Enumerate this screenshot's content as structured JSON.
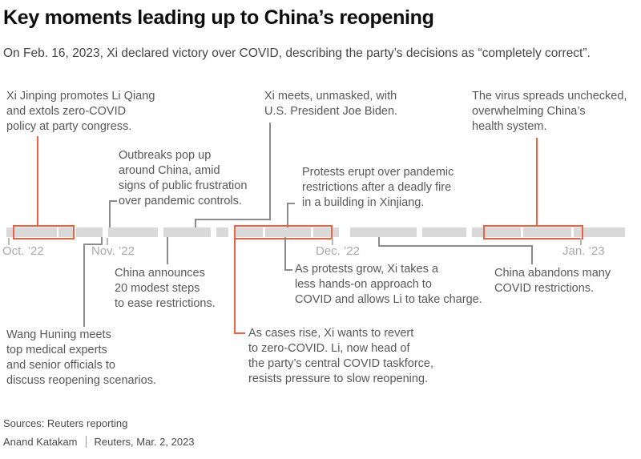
{
  "header": {
    "title": "Key moments leading up to China’s reopening",
    "subtitle": "On Feb. 16, 2023, Xi declared victory over COVID, describing the party’s decisions as “completely correct”."
  },
  "colors": {
    "accent_orange": "#f0623f",
    "bar_gray": "#d9d9d9",
    "connector_gray": "#8c8c8c",
    "text_gray": "#585858",
    "month_label_gray": "#a9a9a9"
  },
  "timeline": {
    "months": [
      {
        "label": "Oct. ’22"
      },
      {
        "label": "Nov. ’22"
      },
      {
        "label": "Dec. ’22"
      },
      {
        "label": "Jan. ’23"
      }
    ],
    "bar": {
      "segments": [
        [
          8,
          71
        ],
        [
          73,
          93
        ],
        [
          95,
          128
        ],
        [
          135,
          197
        ],
        [
          204,
          263
        ],
        [
          270,
          285
        ],
        [
          292,
          328
        ],
        [
          331,
          388
        ],
        [
          391,
          423
        ],
        [
          437,
          520
        ],
        [
          527,
          582
        ],
        [
          589,
          650
        ],
        [
          653,
          713
        ],
        [
          716,
          780
        ]
      ],
      "highlights": [
        [
          16,
          93
        ],
        [
          292,
          415
        ],
        [
          603,
          728
        ]
      ],
      "ticks": [
        10,
        133,
        414,
        724
      ]
    },
    "events_above": {
      "xi_promotes": "Xi Jinping promotes Li Qiang\nand extols zero-COVID\npolicy at party congress.",
      "outbreaks": "Outbreaks pop up\naround China, amid\nsigns of public frustration\nover pandemic controls.",
      "biden_meeting": "Xi meets, unmasked, with\nU.S. President Joe Biden.",
      "protests_erupt": "Protests erupt over pandemic\nrestrictions after a deadly fire\nin a building in Xinjiang.",
      "virus_spreads": "The virus spreads unchecked,\noverwhelming China’s\nhealth system."
    },
    "events_below": {
      "china_announces": "China announces\n20 modest steps\nto ease restrictions.",
      "wang_huning": "Wang Huning meets\ntop medical experts\nand senior officials to\ndiscuss reopening scenarios.",
      "cases_rise": "As cases rise, Xi wants to revert\nto zero-COVID. Li, now head of\nthe party’s central COVID taskforce,\nresists pressure to slow reopening.",
      "protests_grow": "As protests grow, Xi takes a\nless hands-on approach to\nCOVID and allows Li to take charge.",
      "china_abandons": "China abandons many\nCOVID restrictions."
    }
  },
  "footer": {
    "sources": "Sources: Reuters reporting",
    "byline": "Anand Katakam",
    "credit": "Reuters, Mar. 2, 2023"
  }
}
